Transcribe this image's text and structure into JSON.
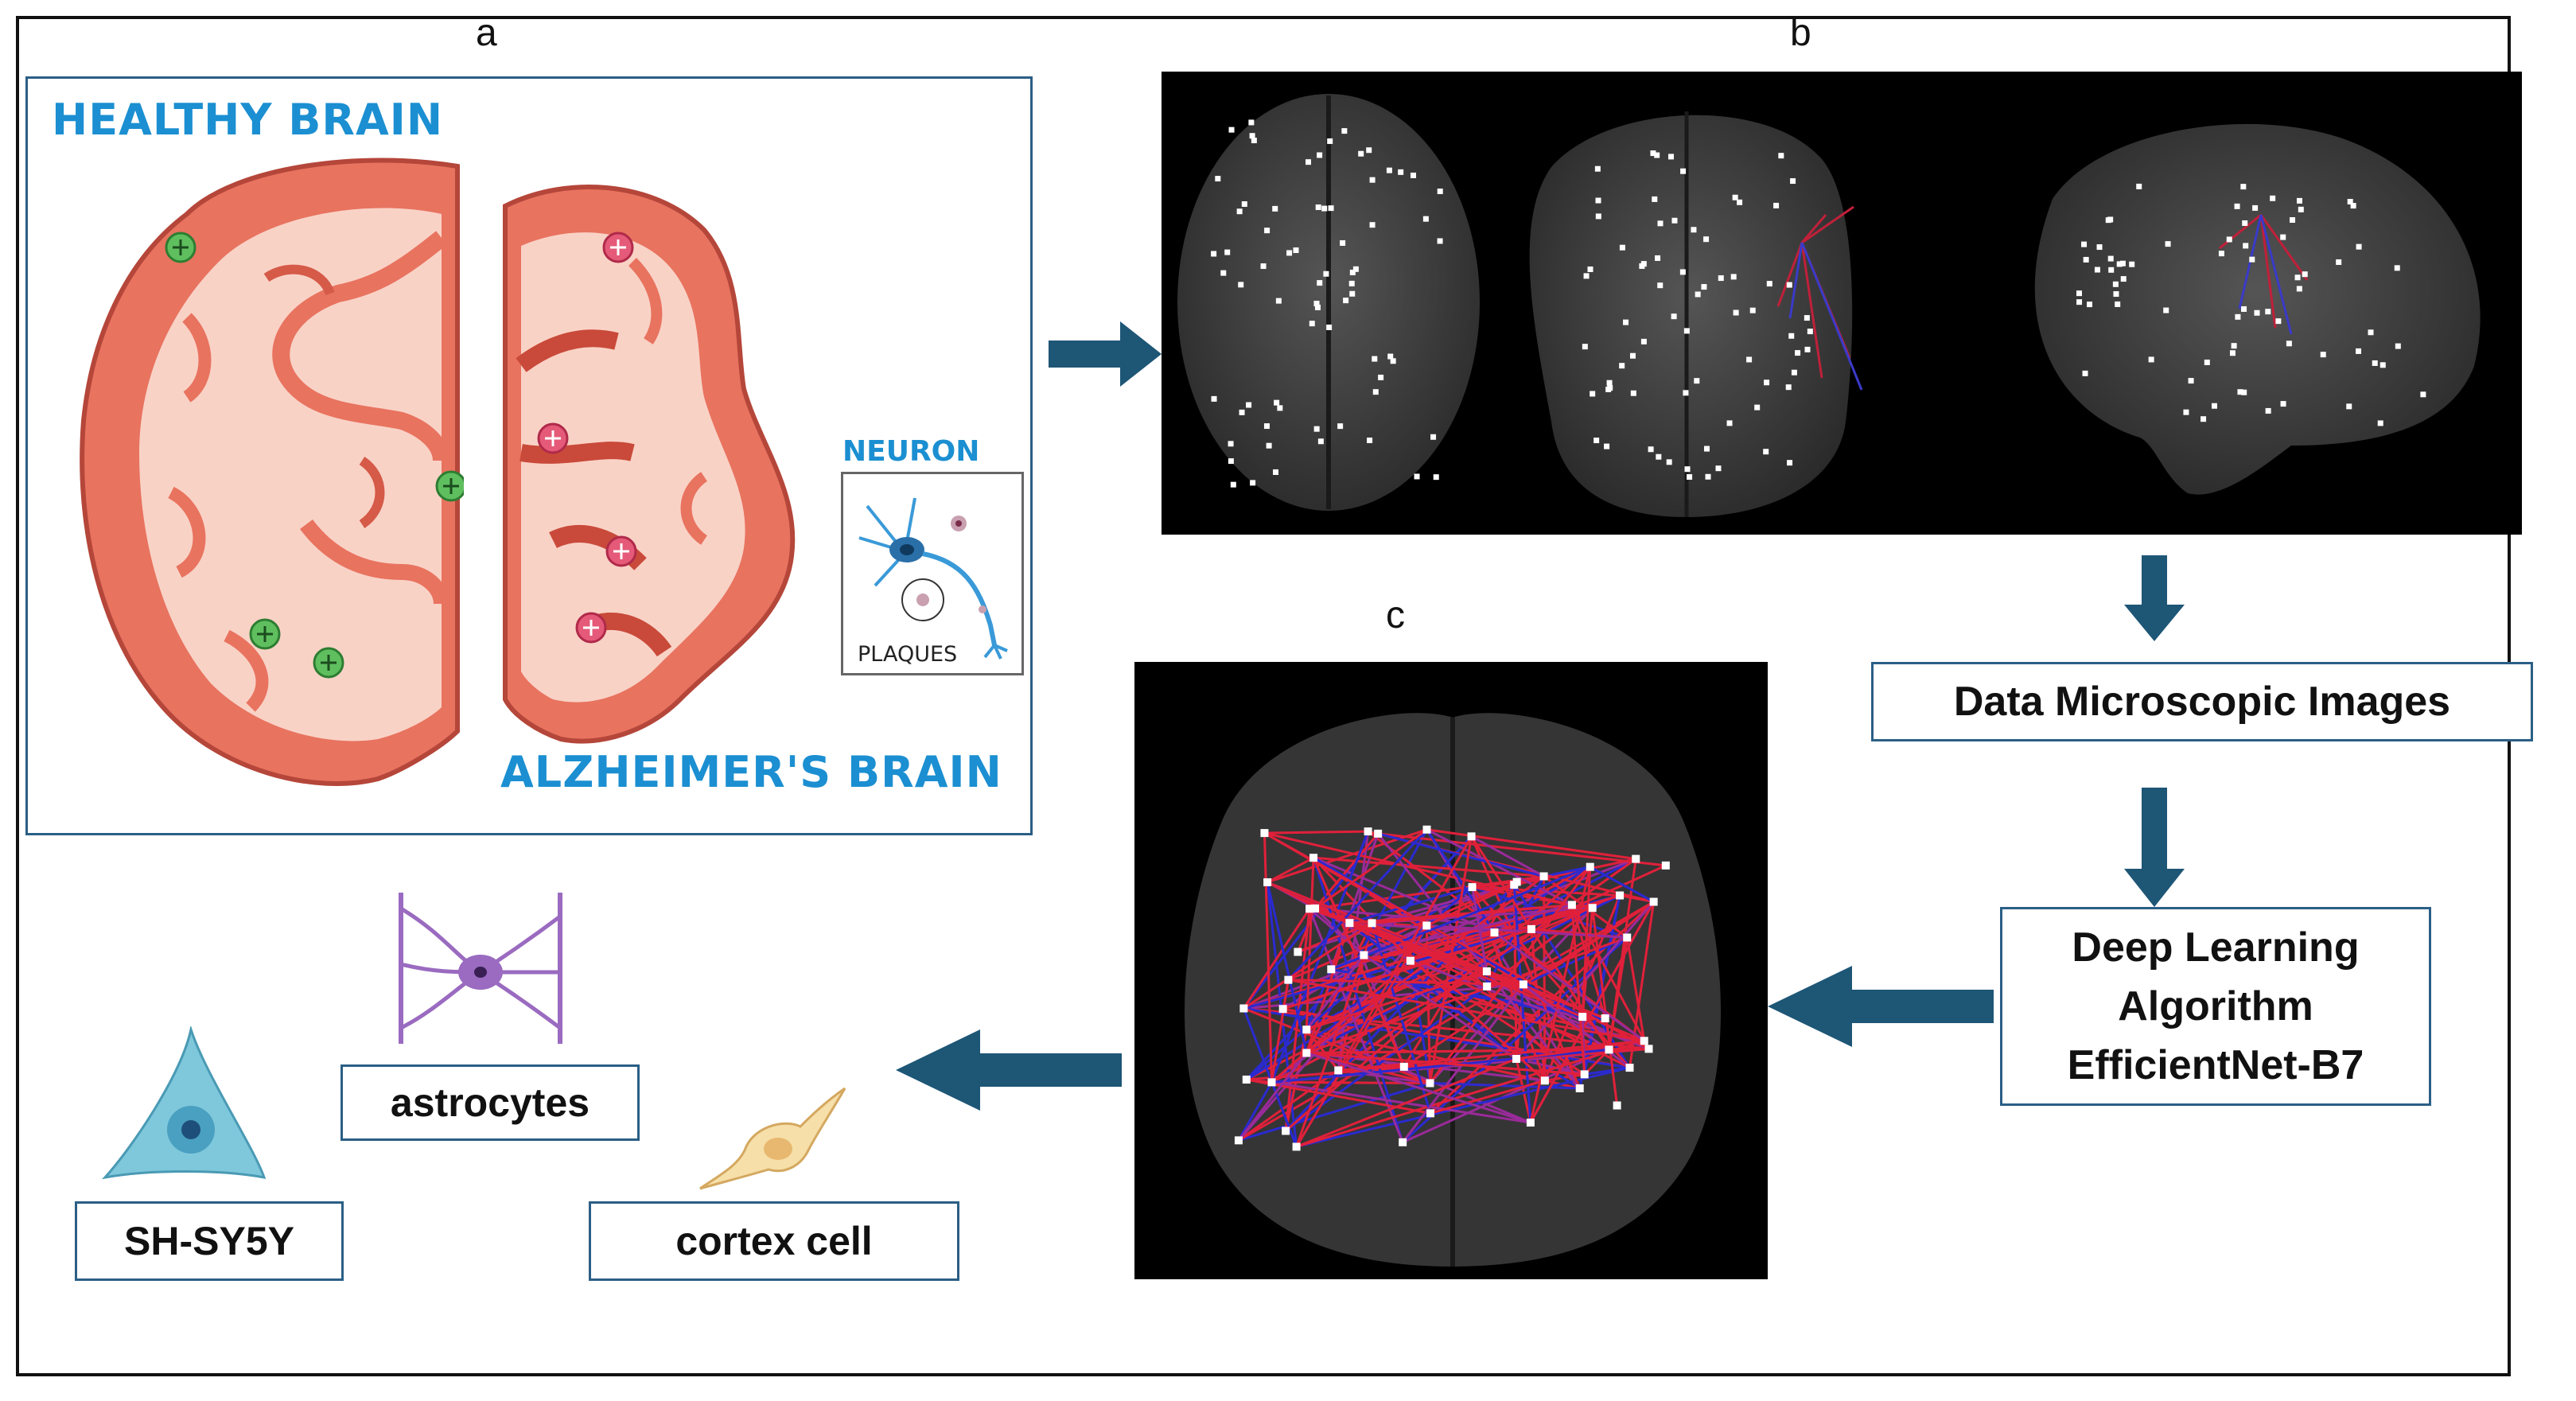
{
  "panels": {
    "a": "a",
    "b": "b",
    "c": "c"
  },
  "panel_a": {
    "healthy_title": "HEALTHY BRAIN",
    "alzheimer_title": "ALZHEIMER'S BRAIN",
    "neuron_title": "NEURON",
    "plaques_label": "PLAQUES"
  },
  "steps": {
    "data_images": "Data Microscopic Images",
    "dl_line1": "Deep Learning",
    "dl_line2": "Algorithm",
    "dl_line3": "EfficientNet-B7"
  },
  "cells": {
    "astrocytes": "astrocytes",
    "shsy5y": "SH-SY5Y",
    "cortex": "cortex cell"
  },
  "colors": {
    "accent_blue": "#1b8fd1",
    "arrow_teal": "#1e5676",
    "box_border": "#2b5f86",
    "brain_red": "#e8735f",
    "healthy_marker": "#5fbf5f",
    "plaque_marker": "#e55a78"
  }
}
